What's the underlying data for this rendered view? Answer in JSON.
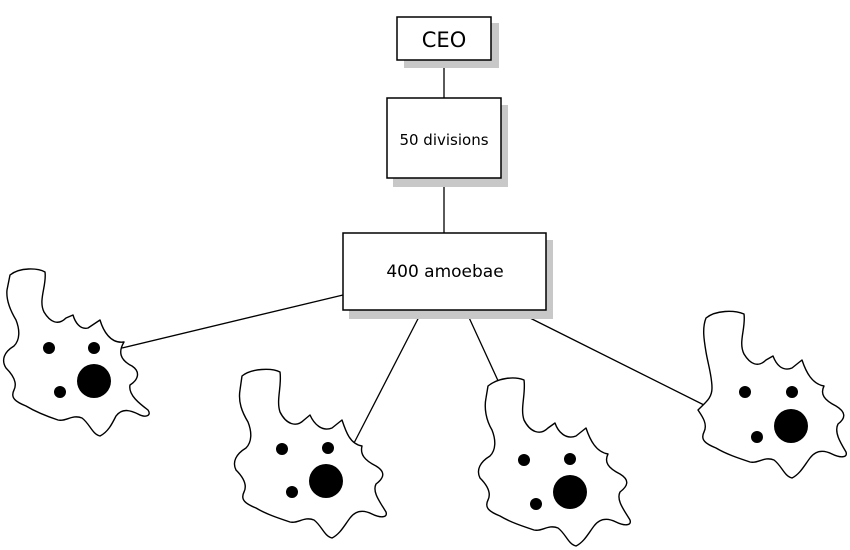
{
  "diagram": {
    "nodes": {
      "ceo": "CEO",
      "divisions": "50 divisions",
      "amoebae": "400 amoebae"
    },
    "edges": [
      [
        "CEO",
        "50 divisions"
      ],
      [
        "50 divisions",
        "400 amoebae"
      ],
      [
        "400 amoebae",
        "amoeba-1"
      ],
      [
        "400 amoebae",
        "amoeba-2"
      ],
      [
        "400 amoebae",
        "amoeba-3"
      ],
      [
        "400 amoebae",
        "amoeba-4"
      ]
    ],
    "colors": {
      "stroke": "#000000",
      "shadow": "#c8c8c8",
      "fill": "#ffffff"
    }
  }
}
